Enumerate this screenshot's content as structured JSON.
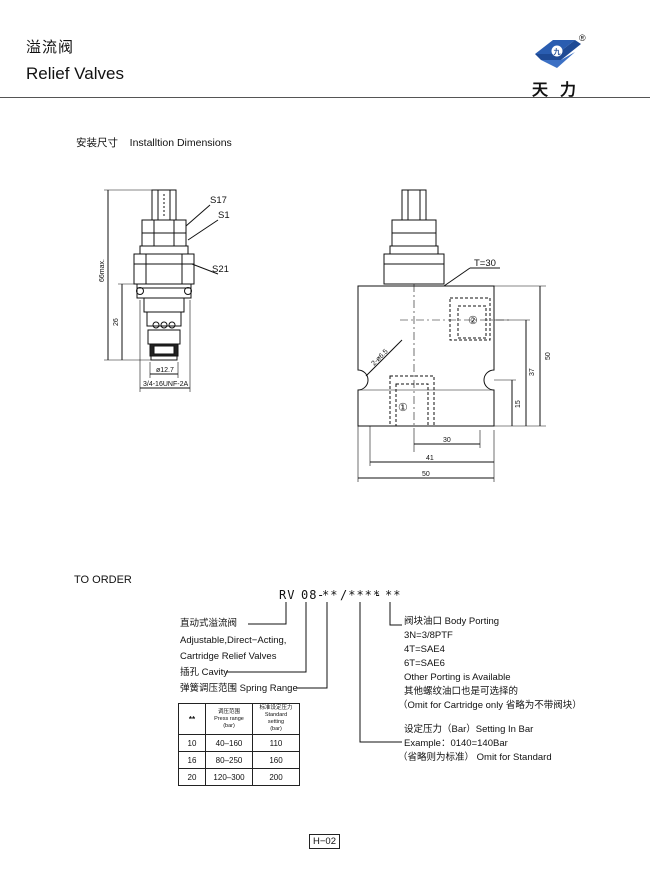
{
  "header": {
    "title_cn": "溢流阀",
    "title_en": "Relief Valves",
    "brand": "天力",
    "registered_mark": "®"
  },
  "install": {
    "title": "安装尺寸    Installtion Dimensions"
  },
  "drawing_left": {
    "label_s17": "S17",
    "label_s19": "S19",
    "label_s21": "S21",
    "dim_height": "66max.",
    "dim_lower": "26",
    "dim_dia": "ø12.7",
    "thread": "3/4-16UNF-2A"
  },
  "drawing_right": {
    "label_t": "T=30",
    "port_2": "②",
    "port_1": "①",
    "hole": "2-ø6.5",
    "dim_50v": "50",
    "dim_37": "37",
    "dim_15": "15",
    "dim_30": "30",
    "dim_41": "41",
    "dim_50h": "50"
  },
  "order": {
    "title": "TO ORDER",
    "code_rv": "RV",
    "code_08": "08",
    "code_dash1": "-",
    "code_ss": "**",
    "code_slash": "/****",
    "code_dash2": "-",
    "code_ss2": "**",
    "type_cn": "直动式溢流阀",
    "type_en1": "Adjustable,Direct−Acting,",
    "type_en2": "Cartridge Relief Valves",
    "cavity": "插孔 Cavity",
    "spring": "弹簧调压范围  Spring Range",
    "body_port_title": "阀块油口  Body Porting",
    "body_port_1": "3N=3/8PTF",
    "body_port_2": "4T=SAE4",
    "body_port_3": "6T=SAE6",
    "body_port_4": "Other Porting is Available",
    "body_port_5": "其他螺纹油口也是可选择的",
    "body_port_6": "（Omit for Cartridge only 省略为不带阀块）",
    "setting_title": "设定压力（Bar）Setting In Bar",
    "setting_example": "Example：0140=140Bar",
    "setting_omit": "（省略则为标准） Omit for Standard"
  },
  "spring_table": {
    "header_code": "**",
    "header_range_cn": "调压范围",
    "header_range_en": "Press range",
    "header_range_unit": "(bar)",
    "header_std_cn": "标准设定压力",
    "header_std_en": "Standard setting",
    "header_std_unit": "(bar)",
    "rows": [
      {
        "code": "10",
        "range": "40–160",
        "std": "110"
      },
      {
        "code": "16",
        "range": "80–250",
        "std": "160"
      },
      {
        "code": "20",
        "range": "120–300",
        "std": "200"
      }
    ]
  },
  "footer": {
    "page": "H−02"
  }
}
